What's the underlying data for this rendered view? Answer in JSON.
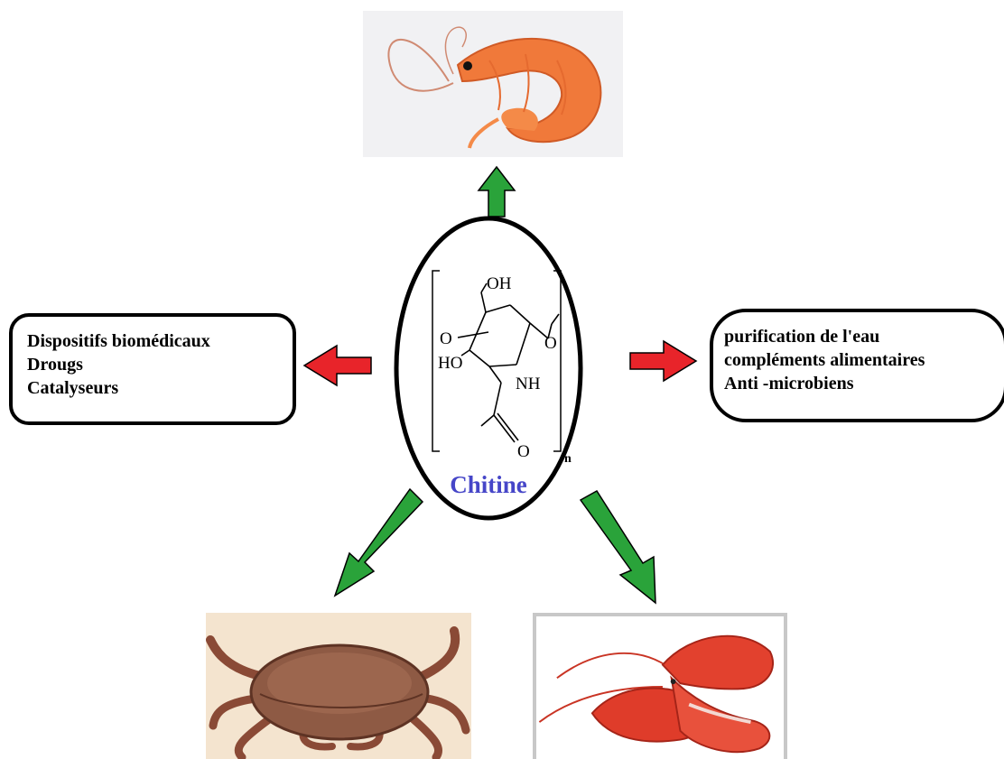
{
  "center": {
    "label": "Chitine"
  },
  "molecule": {
    "oh_top": "OH",
    "ho_left": "HO",
    "nh": "NH",
    "o_ring_left": "O",
    "o_ring_right": "O",
    "o_carbonyl": "O",
    "subscript": "n"
  },
  "left_box": {
    "lines": [
      "Dispositifs biomédicaux",
      "Drougs",
      "Catalyseurs"
    ]
  },
  "right_box": {
    "lines": [
      "purification de l'eau",
      "compléments alimentaires",
      "Anti -microbiens"
    ]
  },
  "colors": {
    "green_arrow": "#2aa33a",
    "red_arrow": "#e8242a",
    "chitin_label": "#4646c8",
    "outline": "#000000"
  },
  "icons": {
    "top": "shrimp-icon",
    "bottom_left": "crab-icon",
    "bottom_right": "lobster-icon"
  }
}
